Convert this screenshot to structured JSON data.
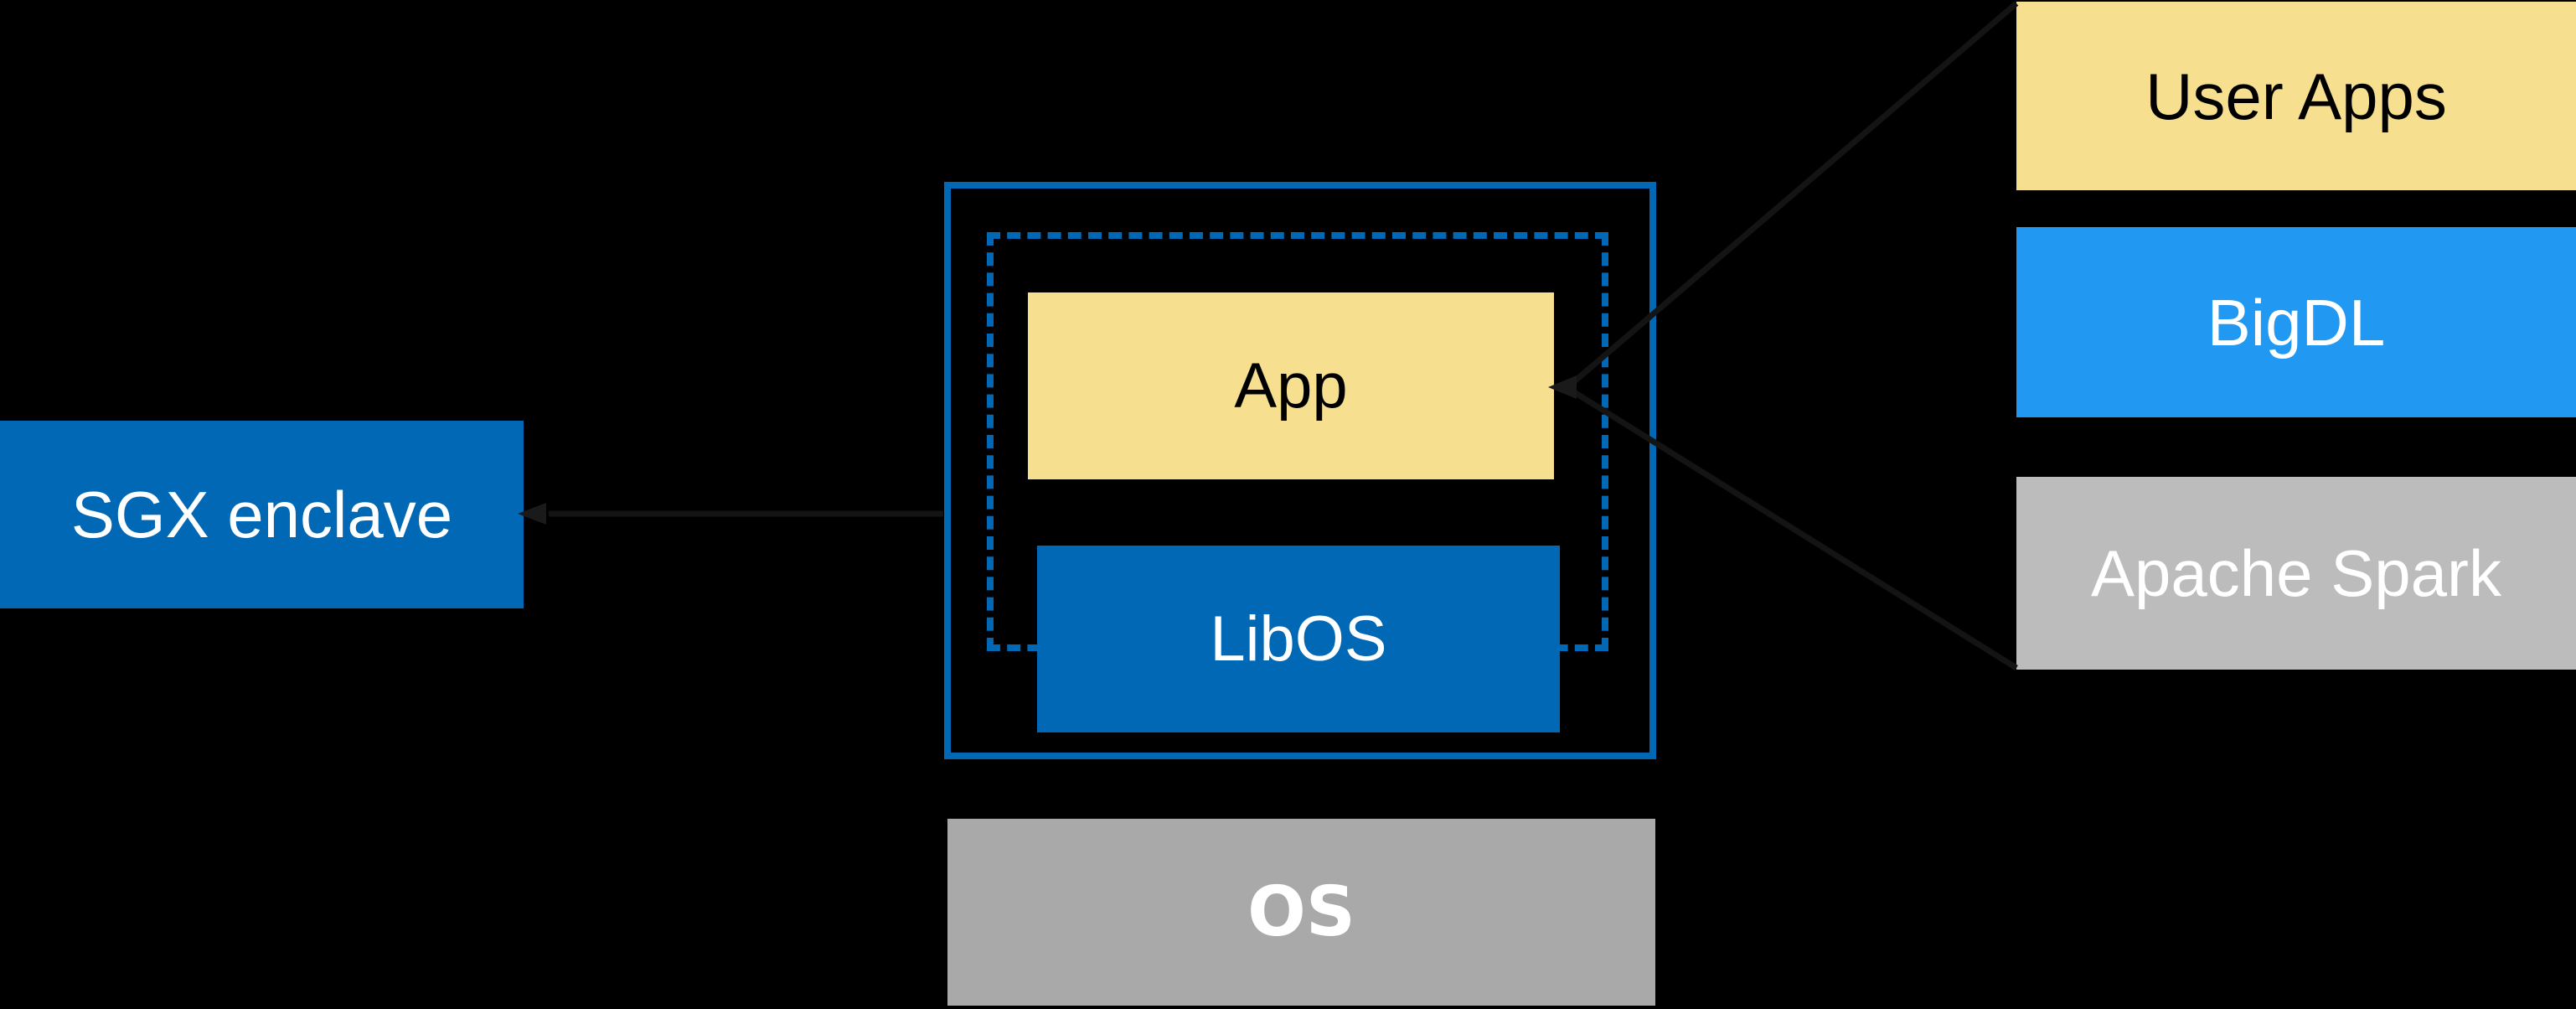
{
  "diagram": {
    "sgx_enclave": {
      "label": "SGX enclave"
    },
    "enclave_detail": {
      "app": {
        "label": "App"
      },
      "libos": {
        "label": "LibOS"
      },
      "os": {
        "label": "OS"
      }
    },
    "stack": {
      "items": [
        {
          "id": "user-apps",
          "label": "User Apps"
        },
        {
          "id": "bigdl",
          "label": "BigDL"
        },
        {
          "id": "apache-spark",
          "label": "Apache Spark"
        }
      ]
    },
    "arrows": [
      {
        "id": "stack-to-app-arrow",
        "from": "user-apps / apache-spark left corners",
        "to": "app-box right edge"
      },
      {
        "id": "enclave-to-sgx-label-arrow",
        "from": "enclave outer box left edge",
        "to": "sgx-enclave-box right edge"
      }
    ],
    "colors": {
      "background": "#000000",
      "intel_blue": "#0068B5",
      "bright_blue": "#2199F2",
      "yellow": "#F6DF8E",
      "gray_os": "#A9A9A9",
      "gray_spark": "#BCBCBC",
      "arrow": "#141414",
      "arrow_head": "#1A1A1A",
      "text_light": "#FFFFFF",
      "text_dark": "#000000"
    }
  }
}
